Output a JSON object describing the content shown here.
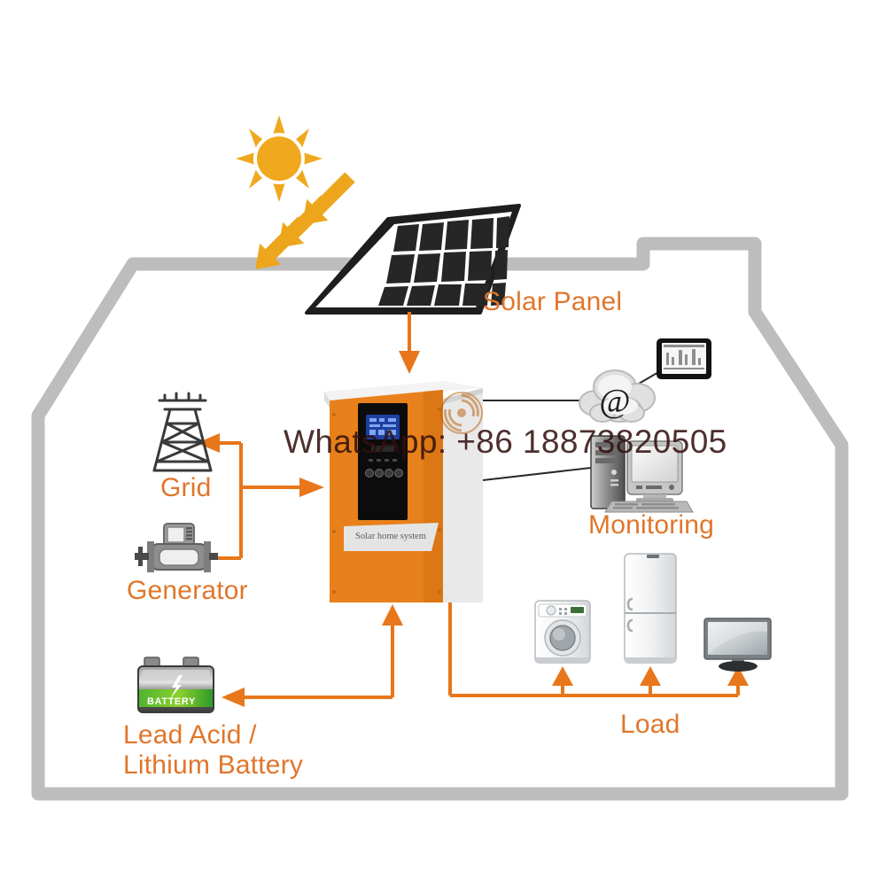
{
  "diagram": {
    "title": "Solar Home System Diagram",
    "watermark": "WhatsApp: +86 18873820505",
    "background_color": "#ffffff",
    "house_outline_color": "#bdbdbd",
    "accent_orange": "#E8761A",
    "label_orange": "#E0762B",
    "sun_yellow": "#F0A81E"
  },
  "labels": {
    "solar_panel": "Solar Panel",
    "grid": "Grid",
    "generator": "Generator",
    "monitoring": "Monitoring",
    "load": "Load",
    "battery": "Lead Acid /\nLithium Battery"
  },
  "inverter": {
    "brand_plate": "Solar home system",
    "body_color": "#E8811C",
    "display_color": "#2a5fd0",
    "button_count": 4,
    "vent_side": "right"
  },
  "battery_icon": {
    "word": "BATTERY",
    "band_color": "#3faa35",
    "bolt": "lightning-bolt"
  },
  "cloud": {
    "symbol": "@",
    "name": "internet-cloud"
  },
  "solar_panel": {
    "rows": 3,
    "cols": 5,
    "cell_color": "#262626",
    "ray_count": 3
  },
  "loads": [
    {
      "name": "washing-machine"
    },
    {
      "name": "refrigerator"
    },
    {
      "name": "television"
    }
  ],
  "monitoring_devices": [
    {
      "name": "tablet"
    },
    {
      "name": "desktop-computer"
    }
  ],
  "flows": [
    {
      "from": "solar-panel",
      "to": "inverter",
      "direction": "down"
    },
    {
      "from": "inverter",
      "to": "grid",
      "direction": "left"
    },
    {
      "from": "generator",
      "to": "inverter",
      "direction": "right"
    },
    {
      "from": "inverter",
      "to": "battery",
      "direction": "left"
    },
    {
      "from": "battery",
      "to": "inverter",
      "direction": "up"
    },
    {
      "from": "inverter",
      "to": "load",
      "direction": "down-right"
    },
    {
      "from": "inverter",
      "to": "cloud",
      "direction": "right"
    },
    {
      "from": "cloud",
      "to": "tablet",
      "direction": "up-right"
    },
    {
      "from": "inverter",
      "to": "monitoring",
      "direction": "right"
    }
  ]
}
